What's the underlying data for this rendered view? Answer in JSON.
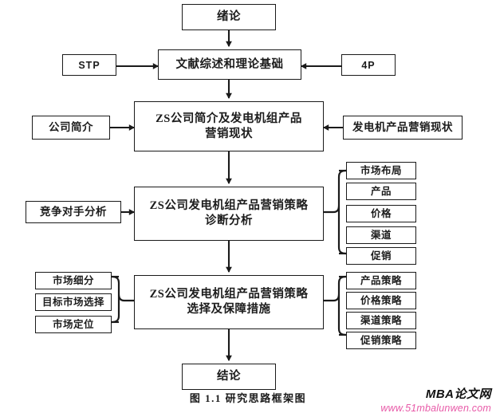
{
  "figure": {
    "caption": "图 1.1  研究思路框架图",
    "colors": {
      "line": "#1a1a1a",
      "box_fill": "#ffffff",
      "text": "#1c1c1c",
      "watermark_url": "#e85aa8",
      "watermark_title": "#111111"
    }
  },
  "watermark": {
    "title": "MBA论文网",
    "url": "www.51mbalunwen.com"
  },
  "nodes": {
    "intro": "绪论",
    "literature_review": "文献综述和理论基础",
    "stp": "STP",
    "four_p": "4P",
    "company_overview_marketing_status": "ZS公司简介及发电机组产品\n营销现状",
    "company_profile": "公司简介",
    "generator_marketing_status": "发电机产品营销现状",
    "strategy_diagnosis": "ZS公司发电机组产品营销策略\n诊断分析",
    "competitor_analysis": "竞争对手分析",
    "strategy_selection_measures": "ZS公司发电机组产品营销策略\n选择及保障措施",
    "conclusion": "结论"
  },
  "diagnosis_factors": [
    "市场布局",
    "产品",
    "价格",
    "渠道",
    "促销"
  ],
  "stp_items": [
    "市场细分",
    "目标市场选择",
    "市场定位"
  ],
  "strategy_items": [
    "产品策略",
    "价格策略",
    "渠道策略",
    "促销策略"
  ],
  "flow": {
    "vertical_chain": [
      "绪论",
      "文献综述和理论基础",
      "ZS公司简介及发电机组产品营销现状",
      "ZS公司发电机组产品营销策略诊断分析",
      "ZS公司发电机组产品营销策略选择及保障措施",
      "结论"
    ],
    "inputs_to_literature_review": [
      "STP",
      "4P"
    ],
    "inputs_to_company_status": [
      "公司简介",
      "发电机产品营销现状"
    ],
    "inputs_to_diagnosis": [
      "竞争对手分析"
    ]
  }
}
